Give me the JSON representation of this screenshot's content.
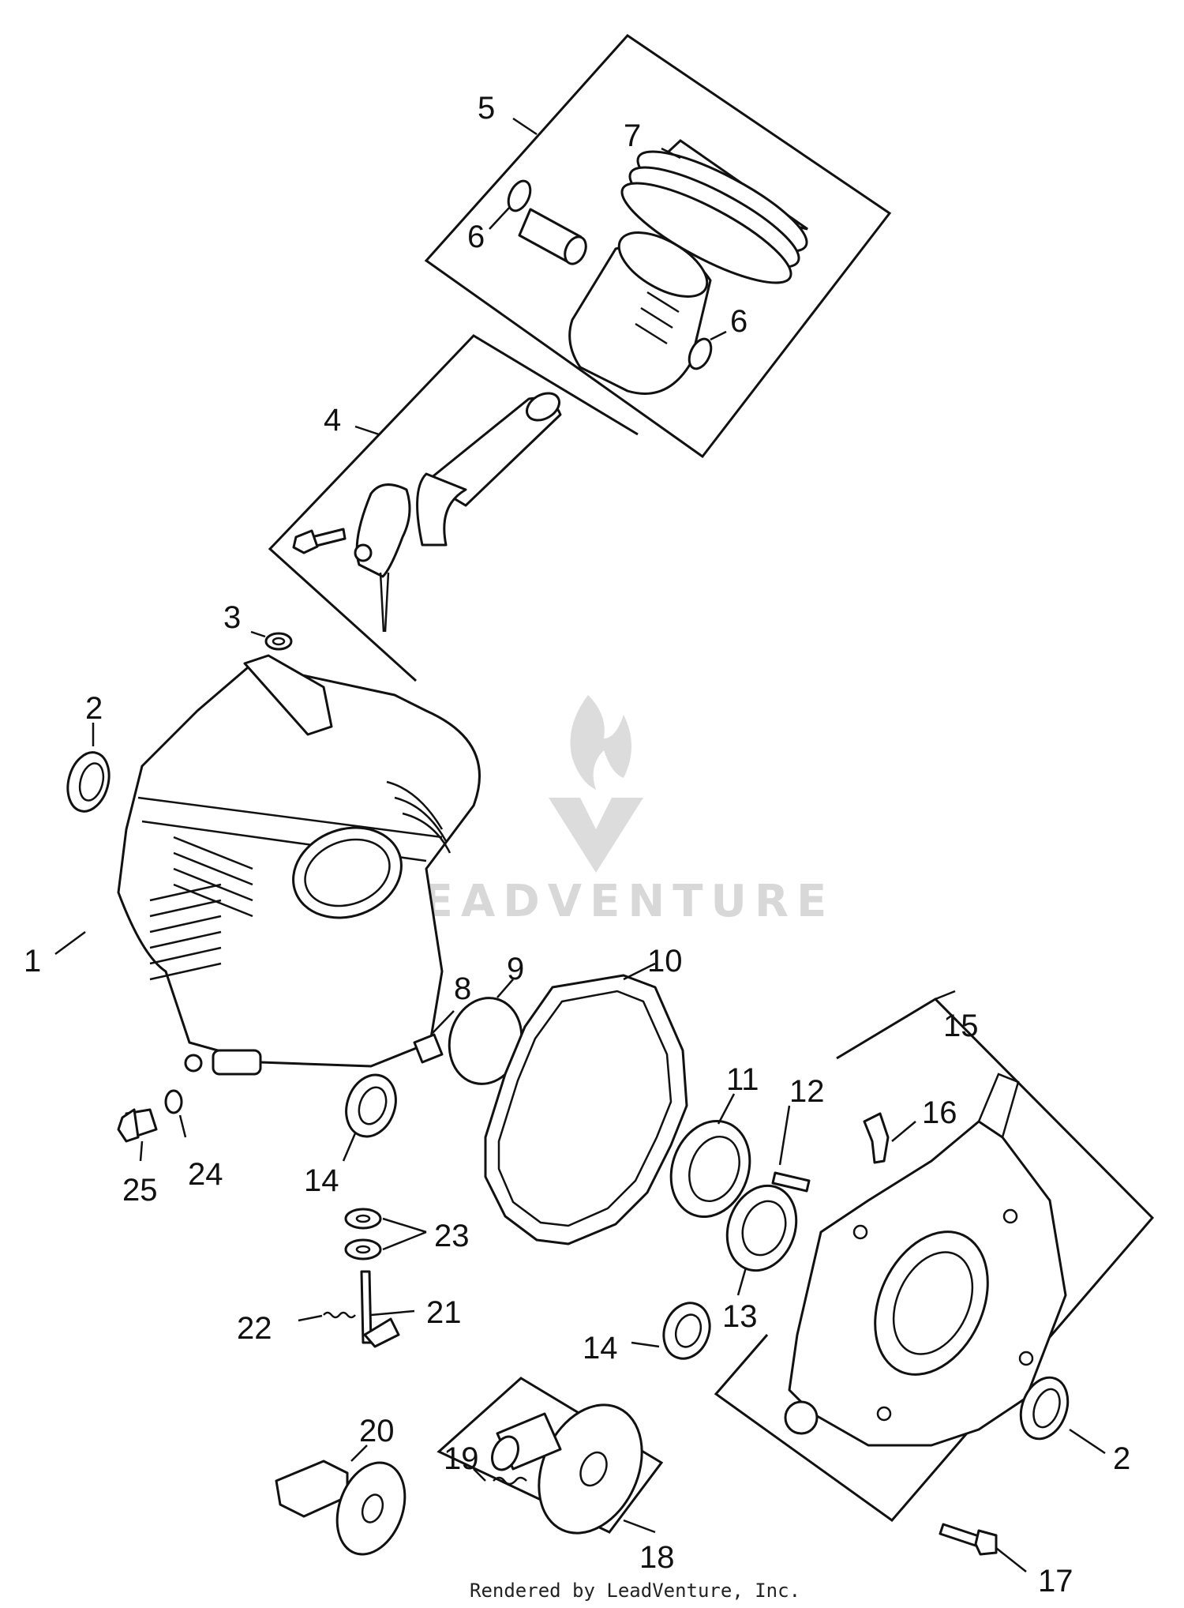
{
  "labels": {
    "p1": "1",
    "p2a": "2",
    "p2b": "2",
    "p3": "3",
    "p4": "4",
    "p5": "5",
    "p6a": "6",
    "p6b": "6",
    "p7": "7",
    "p8": "8",
    "p9": "9",
    "p10": "10",
    "p11": "11",
    "p12": "12",
    "p13": "13",
    "p14a": "14",
    "p14b": "14",
    "p15": "15",
    "p16": "16",
    "p17": "17",
    "p18": "18",
    "p19": "19",
    "p20": "20",
    "p21": "21",
    "p22": "22",
    "p23": "23",
    "p24": "24",
    "p25": "25"
  },
  "watermark": {
    "text": "LEADVENTURE",
    "icon": "flame-v-logo"
  },
  "credit": "Rendered by LeadVenture, Inc.",
  "colors": {
    "line": "#111111",
    "watermark": "#d8d8d8",
    "background": "#ffffff"
  }
}
